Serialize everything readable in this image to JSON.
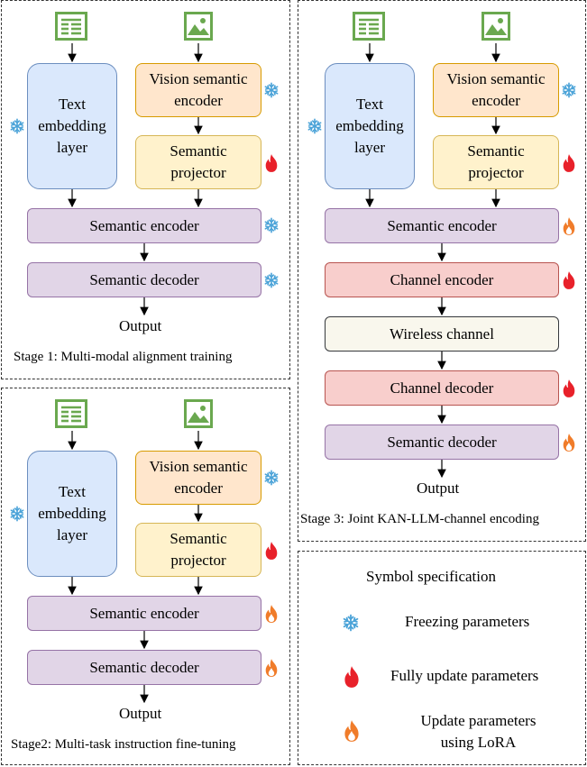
{
  "colors": {
    "text_box": "#dae8fc",
    "vision_box": "#ffe6cc",
    "projector_box": "#fff2cc",
    "semantic_box": "#e1d5e7",
    "channel_box": "#f8cecc",
    "wireless_box": "#f9f7ed",
    "freeze_icon": "#4ba3d8",
    "fire_icon": "#e8212a",
    "lora_icon": "#f07c2a",
    "input_icon": "#6aa84f"
  },
  "stage1": {
    "text_embed": "Text\nembedding\nlayer",
    "vision_encoder": "Vision semantic\nencoder",
    "projector": "Semantic\nprojector",
    "sem_encoder": "Semantic encoder",
    "sem_decoder": "Semantic decoder",
    "output": "Output",
    "caption": "Stage 1: Multi-modal alignment training"
  },
  "stage2": {
    "text_embed": "Text\nembedding\nlayer",
    "vision_encoder": "Vision semantic\nencoder",
    "projector": "Semantic\nprojector",
    "sem_encoder": "Semantic encoder",
    "sem_decoder": "Semantic decoder",
    "output": "Output",
    "caption": "Stage2: Multi-task instruction fine-tuning"
  },
  "stage3": {
    "text_embed": "Text\nembedding\nlayer",
    "vision_encoder": "Vision semantic\nencoder",
    "projector": "Semantic\nprojector",
    "sem_encoder": "Semantic encoder",
    "channel_encoder": "Channel encoder",
    "wireless": "Wireless channel",
    "channel_decoder": "Channel decoder",
    "sem_decoder": "Semantic decoder",
    "output": "Output",
    "caption": "Stage 3: Joint KAN-LLM-channel encoding"
  },
  "legend": {
    "title": "Symbol specification",
    "freeze": "Freezing parameters",
    "full": "Fully update parameters",
    "lora": "Update parameters\nusing LoRA"
  }
}
